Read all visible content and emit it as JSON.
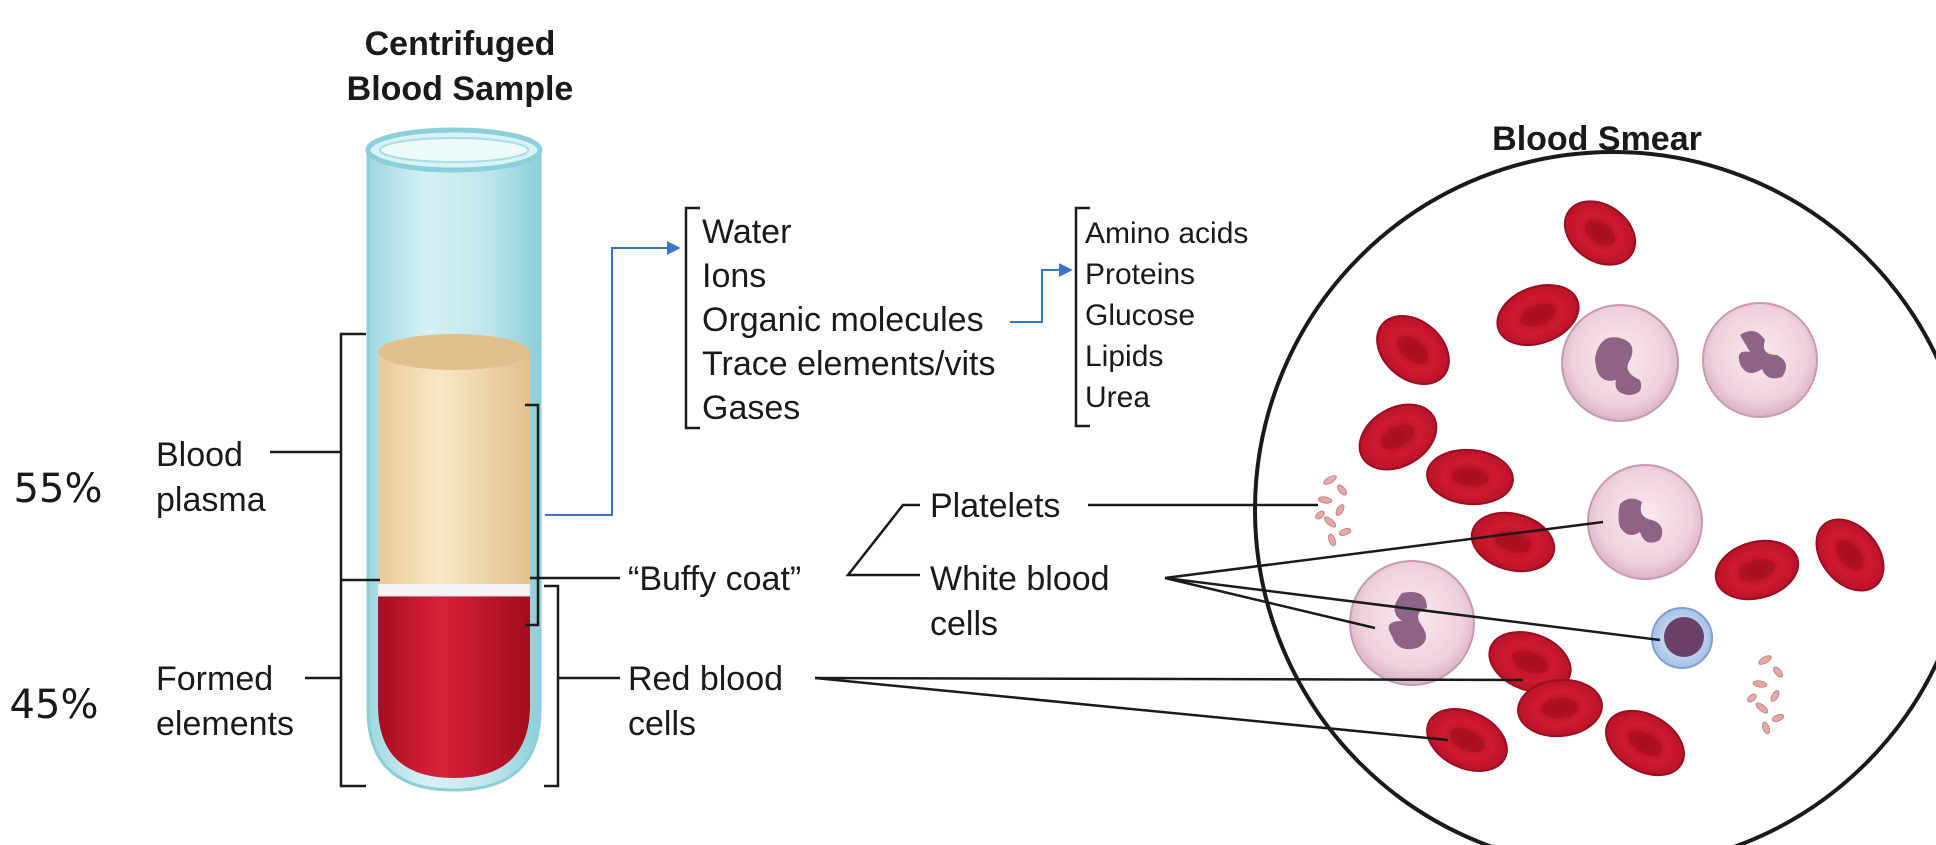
{
  "tube": {
    "title_line1": "Centrifuged",
    "title_line2": "Blood Sample"
  },
  "smear": {
    "title": "Blood Smear"
  },
  "percentages": {
    "plasma": "55%",
    "formed": "45%"
  },
  "labels": {
    "blood_plasma_1": "Blood",
    "blood_plasma_2": "plasma",
    "formed_elements_1": "Formed",
    "formed_elements_2": "elements",
    "buffy_coat": "“Buffy coat”",
    "platelets": "Platelets",
    "wbc_1": "White blood",
    "wbc_2": "cells",
    "rbc_1": "Red blood",
    "rbc_2": "cells"
  },
  "plasma_components": [
    "Water",
    "Ions",
    "Organic molecules",
    "Trace elements/vits",
    "Gases"
  ],
  "organic_molecules": [
    "Amino acids",
    "Proteins",
    "Glucose",
    "Lipids",
    "Urea"
  ],
  "colors": {
    "plasma": "#f3ddb3",
    "red_cells": "#c8102e",
    "tube_glass": "#bfe6ec",
    "arrow": "#3a74c4",
    "wbc": "#f0d4de",
    "nucleus": "#7b4e74"
  }
}
